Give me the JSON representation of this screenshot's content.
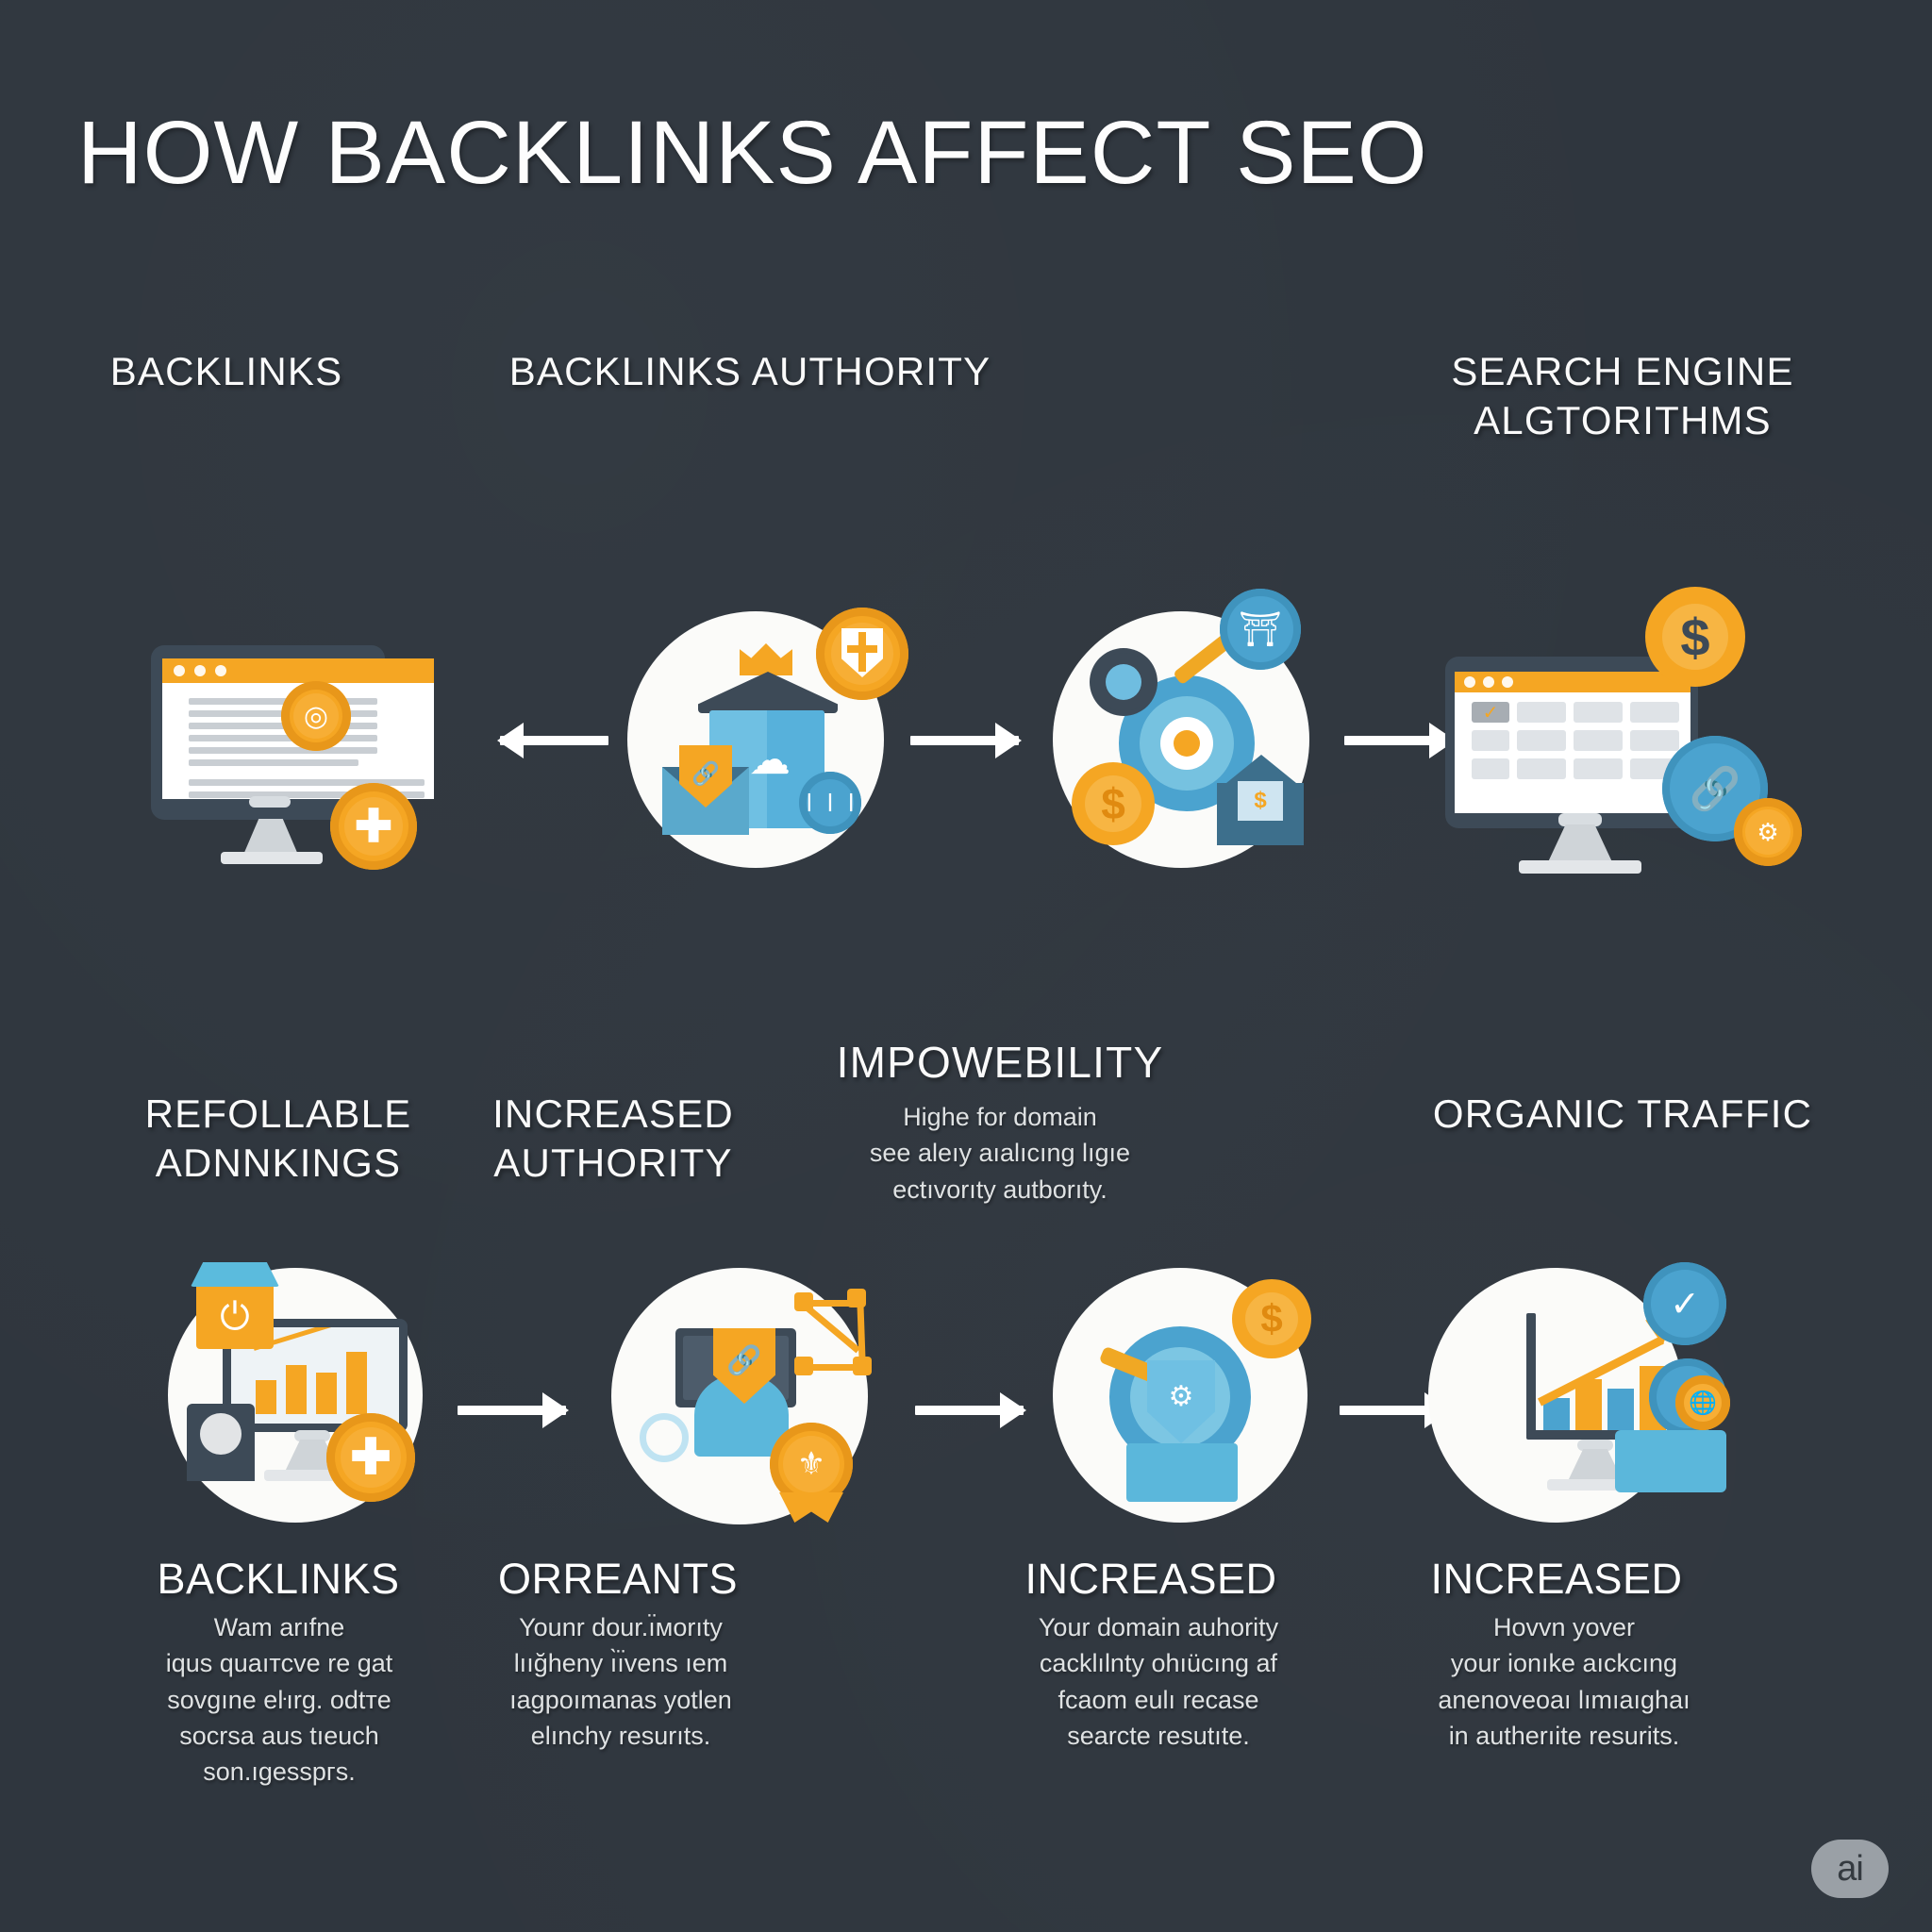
{
  "theme": {
    "background": "#2f363e",
    "accent_orange": "#f5a623",
    "accent_blue": "#4ba3cf",
    "dark_navy": "#3d4a57",
    "text_white": "#ffffff"
  },
  "title": "HOW BACKLINKS AFFECT SEO",
  "top_row": {
    "labels": [
      {
        "text": "BACKLINKS",
        "icon": "browser-monitor-icon"
      },
      {
        "text": "BACKLINKS AUTHORITY",
        "icon": "authority-building-icon"
      },
      {
        "text": "SEARCH ENGINE\nALGTORITHMS",
        "icon": "target-gears-icon"
      },
      {
        "text": "",
        "icon": "search-results-monitor-icon"
      }
    ],
    "arrows": [
      "arrow-left",
      "arrow-right",
      "arrow-right"
    ]
  },
  "bottom_row": {
    "steps": [
      {
        "heading": "REFOLLABLE\nADNNKINGS",
        "icon": "analytics-monitor-icon",
        "sub_heading": "BACKLINKS",
        "caption": "Wam arıfne\niqus quaıтcve re gat\nsovgıne eŀırg. odtтe\nsocrsa aus tıeuch\nson.ıgesspгs."
      },
      {
        "heading": "INCREASED\nAUTHORITY",
        "icon": "shield-network-icon",
        "sub_heading": "ORREANTS",
        "caption": "Younr dour.ı̈мorıty\nlıığheny ı̀ı̈vens ıem\nıagpoımanas yotlen\nelınchy resurıts."
      },
      {
        "heading": "IMPOWEBILITY",
        "heading_caption": "Highe for domain\nsee aleıy aıalıcıng lıgıe\nectıvorıty autborıty.",
        "icon": "shield-target-icon",
        "sub_heading": "INCREASED",
        "caption": "Your domain auhority\ncacklılnty ohıücıng af\nfcaom eulı recase\nsearcte resutıte."
      },
      {
        "heading": "ORGANIC TRAFFIC",
        "icon": "growth-chart-icon",
        "sub_heading": "INCREASED",
        "caption": "Hovvn yover\nyour ionıke aıckcıng\nanenoveoaı lımıaıghaı\nin autherıite resurits."
      }
    ],
    "arrows": [
      "arrow-right",
      "arrow-right",
      "arrow-right"
    ]
  },
  "watermark": "ai"
}
